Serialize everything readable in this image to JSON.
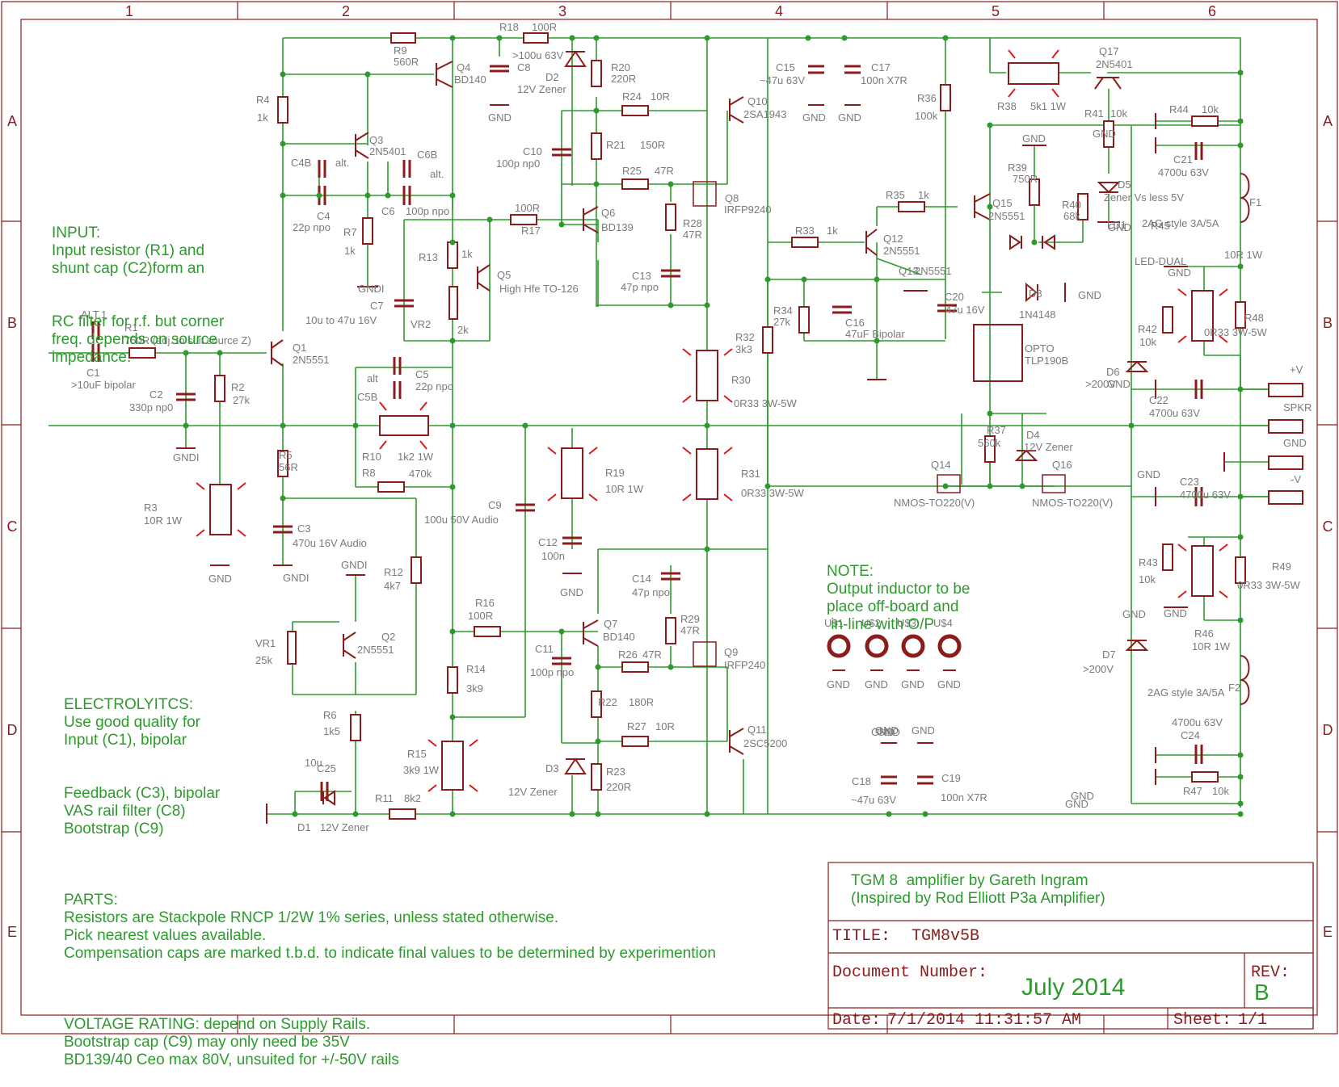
{
  "colors": {
    "wire": "#2e9a2e",
    "component": "#8a1c1c",
    "label": "#7a7a7a",
    "note": "#2e9a2e",
    "frame": "#8a1c1c",
    "led_glow": "#d81b1b"
  },
  "frame": {
    "columns": [
      "1",
      "2",
      "3",
      "4",
      "5",
      "6"
    ],
    "rows": [
      "A",
      "B",
      "C",
      "D",
      "E"
    ]
  },
  "notes": {
    "input": [
      "INPUT:",
      "Input resistor (R1) and",
      "shunt cap (C2)form an",
      "RC filter for r.f. but corner",
      "freq. depends on source",
      "impedance."
    ],
    "electrolytics": [
      "ELECTROLYITCS:",
      "Use good quality for",
      "Input (C1), bipolar",
      "Feedback (C3), bipolar",
      "VAS rail filter (C8)",
      "Bootstrap (C9)"
    ],
    "note": [
      "NOTE:",
      "Output inductor to be",
      "place off-board and",
      " in-line with O/P"
    ],
    "parts": [
      "PARTS:",
      "Resistors are Stackpole RNCP 1/2W 1% series, unless stated otherwise.",
      "Pick nearest values available.",
      "Compensation caps are marked t.b.d. to indicate final values to be determined by experimention",
      "",
      "VOLTAGE RATING: depend on Supply Rails.",
      "Bootstrap cap (C9) may only need be 35V",
      "BD139/40 Ceo max 80V, unsuited for +/-50V rails"
    ]
  },
  "title_block": {
    "line1": "TGM 8  amplifier by Gareth Ingram",
    "line2": "(Inspired by Rod Elliott P3a Amplifier)",
    "title_label": "TITLE:",
    "title_value": "TGM8v5B",
    "docnum_label": "Document Number:",
    "docnum_value": "July 2014",
    "rev_label": "REV:",
    "rev_value": "B",
    "date_label": "Date:",
    "date_value": "7/1/2014 11:31:57 AM",
    "sheet_label": "Sheet:",
    "sheet_value": "1/1"
  },
  "labels": [
    {
      "t": "R9"
    },
    {
      "t": "560R"
    },
    {
      "t": "R18"
    },
    {
      "t": "100R"
    },
    {
      "t": ">100u 63V"
    },
    {
      "t": "C8"
    },
    {
      "t": "Q4"
    },
    {
      "t": "BD140"
    },
    {
      "t": "D2"
    },
    {
      "t": "12V Zener"
    },
    {
      "t": "GND"
    },
    {
      "t": "R20"
    },
    {
      "t": "220R"
    },
    {
      "t": "R24"
    },
    {
      "t": "10R"
    },
    {
      "t": "Q10"
    },
    {
      "t": "2SA1943"
    },
    {
      "t": "C15"
    },
    {
      "t": "~47u 63V"
    },
    {
      "t": "GND"
    },
    {
      "t": "C17"
    },
    {
      "t": "100n X7R"
    },
    {
      "t": "GND"
    },
    {
      "t": "R36"
    },
    {
      "t": "100k"
    },
    {
      "t": "R38"
    },
    {
      "t": "5k1 1W"
    },
    {
      "t": "Q17"
    },
    {
      "t": "2N5401"
    },
    {
      "t": "R41"
    },
    {
      "t": "10k"
    },
    {
      "t": "R44"
    },
    {
      "t": "10k"
    },
    {
      "t": "C21"
    },
    {
      "t": "4700u 63V"
    },
    {
      "t": "R4"
    },
    {
      "t": "1k"
    },
    {
      "t": "Q3"
    },
    {
      "t": "2N5401"
    },
    {
      "t": "C4B"
    },
    {
      "t": "alt."
    },
    {
      "t": "C6B"
    },
    {
      "t": "alt."
    },
    {
      "t": "C4"
    },
    {
      "t": "22p npo"
    },
    {
      "t": "C6"
    },
    {
      "t": "100p npo"
    },
    {
      "t": "R7"
    },
    {
      "t": "1k"
    },
    {
      "t": "GNDI"
    },
    {
      "t": "C10"
    },
    {
      "t": "100p np0"
    },
    {
      "t": "R21"
    },
    {
      "t": "150R"
    },
    {
      "t": "R25"
    },
    {
      "t": "47R"
    },
    {
      "t": "Q8"
    },
    {
      "t": "IRFP9240"
    },
    {
      "t": "100R"
    },
    {
      "t": "R17"
    },
    {
      "t": "Q6"
    },
    {
      "t": "BD139"
    },
    {
      "t": "R28"
    },
    {
      "t": "47R"
    },
    {
      "t": "R35"
    },
    {
      "t": "1k"
    },
    {
      "t": "Q15"
    },
    {
      "t": "2N5551"
    },
    {
      "t": "GND"
    },
    {
      "t": "R39"
    },
    {
      "t": "750R"
    },
    {
      "t": "R40"
    },
    {
      "t": "68k"
    },
    {
      "t": "D5"
    },
    {
      "t": "Zener Vs less 5V"
    },
    {
      "t": "GND"
    },
    {
      "t": "2AG style 3A/5A"
    },
    {
      "t": "F1"
    },
    {
      "t": "R45"
    },
    {
      "t": "10R 1W"
    },
    {
      "t": "GND"
    },
    {
      "t": "R13"
    },
    {
      "t": "1k"
    },
    {
      "t": "Q5"
    },
    {
      "t": "High Hfe TO-126"
    },
    {
      "t": "C13"
    },
    {
      "t": "47p npo"
    },
    {
      "t": "R33"
    },
    {
      "t": "1k"
    },
    {
      "t": "Q12"
    },
    {
      "t": "2N5551"
    },
    {
      "t": "LD1"
    },
    {
      "t": "LED-DUAL"
    },
    {
      "t": "C7"
    },
    {
      "t": "10u to 47u 16V"
    },
    {
      "t": "VR2"
    },
    {
      "t": "2k"
    },
    {
      "t": "R34"
    },
    {
      "t": "27k"
    },
    {
      "t": "C16"
    },
    {
      "t": "47uF Bipolar"
    },
    {
      "t": "Q13"
    },
    {
      "t": "2N5551"
    },
    {
      "t": "C20"
    },
    {
      "t": "47u 16V"
    },
    {
      "t": "D8"
    },
    {
      "t": "1N4148"
    },
    {
      "t": "GND"
    },
    {
      "t": "R42"
    },
    {
      "t": "10k"
    },
    {
      "t": "R48"
    },
    {
      "t": "0R33 3W-5W"
    },
    {
      "t": "ALT.1"
    },
    {
      "t": "R1"
    },
    {
      "t": "750R (adj. to suit source Z)"
    },
    {
      "t": "C1"
    },
    {
      "t": ">10uF bipolar"
    },
    {
      "t": "Q1"
    },
    {
      "t": "2N5551"
    },
    {
      "t": "R32"
    },
    {
      "t": "3k3"
    },
    {
      "t": "R30"
    },
    {
      "t": "0R33 3W-5W"
    },
    {
      "t": "OPTO"
    },
    {
      "t": "TLP190B"
    },
    {
      "t": "D6"
    },
    {
      "t": ">200V"
    },
    {
      "t": "GND"
    },
    {
      "t": "C22"
    },
    {
      "t": "4700u 63V"
    },
    {
      "t": "+V"
    },
    {
      "t": "SPKR"
    },
    {
      "t": "GND"
    },
    {
      "t": "-V"
    },
    {
      "t": "C2"
    },
    {
      "t": "330p np0"
    },
    {
      "t": "R2"
    },
    {
      "t": "27k"
    },
    {
      "t": "GNDI"
    },
    {
      "t": "C5"
    },
    {
      "t": "22p npo"
    },
    {
      "t": "alt"
    },
    {
      "t": "C5B"
    },
    {
      "t": "R10"
    },
    {
      "t": "1k2 1W"
    },
    {
      "t": "R8"
    },
    {
      "t": "470k"
    },
    {
      "t": "R37"
    },
    {
      "t": "560k"
    },
    {
      "t": "D4"
    },
    {
      "t": "12V Zener"
    },
    {
      "t": "Q14"
    },
    {
      "t": "Q16"
    },
    {
      "t": "NMOS-TO220(V)"
    },
    {
      "t": "NMOS-TO220(V)"
    },
    {
      "t": "C23"
    },
    {
      "t": "4700u 63V"
    },
    {
      "t": "GND"
    },
    {
      "t": "R3"
    },
    {
      "t": "10R 1W"
    },
    {
      "t": "R5"
    },
    {
      "t": "56R"
    },
    {
      "t": "R19"
    },
    {
      "t": "10R 1W"
    },
    {
      "t": "R31"
    },
    {
      "t": "0R33 3W-5W"
    },
    {
      "t": "C9"
    },
    {
      "t": "100u 50V Audio"
    },
    {
      "t": "C3"
    },
    {
      "t": "470u 16V Audio"
    },
    {
      "t": "GNDI"
    },
    {
      "t": "GND"
    },
    {
      "t": "C12"
    },
    {
      "t": "100n"
    },
    {
      "t": "GND"
    },
    {
      "t": "R43"
    },
    {
      "t": "10k"
    },
    {
      "t": "R49"
    },
    {
      "t": "0R33 3W-5W"
    },
    {
      "t": "GND"
    },
    {
      "t": "GNDI"
    },
    {
      "t": "R12"
    },
    {
      "t": "4k7"
    },
    {
      "t": "C14"
    },
    {
      "t": "47p npo"
    },
    {
      "t": "R29"
    },
    {
      "t": "47R"
    },
    {
      "t": "Q9"
    },
    {
      "t": "IRFP240"
    },
    {
      "t": "R46"
    },
    {
      "t": "10R 1W"
    },
    {
      "t": "VR1"
    },
    {
      "t": "25k"
    },
    {
      "t": "Q2"
    },
    {
      "t": "2N5551"
    },
    {
      "t": "R16"
    },
    {
      "t": "100R"
    },
    {
      "t": "Q7"
    },
    {
      "t": "BD140"
    },
    {
      "t": "C11"
    },
    {
      "t": "100p npo"
    },
    {
      "t": "R26"
    },
    {
      "t": "47R"
    },
    {
      "t": "D7"
    },
    {
      "t": ">200V"
    },
    {
      "t": "2AG style 3A/5A"
    },
    {
      "t": "F2"
    },
    {
      "t": "R14"
    },
    {
      "t": "3k9"
    },
    {
      "t": "R22"
    },
    {
      "t": "180R"
    },
    {
      "t": "R6"
    },
    {
      "t": "1k5"
    },
    {
      "t": "R27"
    },
    {
      "t": "10R"
    },
    {
      "t": "Q11"
    },
    {
      "t": "2SC5200"
    },
    {
      "t": "GND"
    },
    {
      "t": "GND"
    },
    {
      "t": "4700u 63V"
    },
    {
      "t": "C24"
    },
    {
      "t": "10u"
    },
    {
      "t": "C25"
    },
    {
      "t": "R15"
    },
    {
      "t": "3k9 1W"
    },
    {
      "t": "D3"
    },
    {
      "t": "12V Zener"
    },
    {
      "t": "R23"
    },
    {
      "t": "220R"
    },
    {
      "t": "C18"
    },
    {
      "t": "~47u 63V"
    },
    {
      "t": "C19"
    },
    {
      "t": "100n X7R"
    },
    {
      "t": "R47"
    },
    {
      "t": "10k"
    },
    {
      "t": "GND"
    },
    {
      "t": "D1"
    },
    {
      "t": "12V Zener"
    },
    {
      "t": "R11"
    },
    {
      "t": "8k2"
    },
    {
      "t": "U$1"
    },
    {
      "t": "U$2"
    },
    {
      "t": "U$3"
    },
    {
      "t": "U$4"
    },
    {
      "t": "GND"
    },
    {
      "t": "GND"
    },
    {
      "t": "GND"
    },
    {
      "t": "GND"
    },
    {
      "t": "GND"
    },
    {
      "t": "GND"
    },
    {
      "t": "GND"
    },
    {
      "t": "GND"
    },
    {
      "t": "GND"
    }
  ]
}
